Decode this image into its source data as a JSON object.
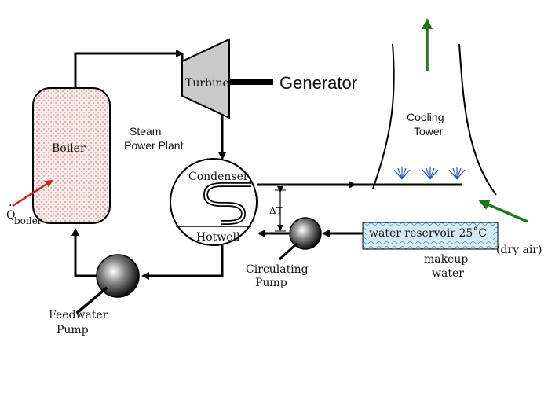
{
  "labels": {
    "boiler": "Boiler",
    "q_boiler_main": "Q",
    "q_boiler_sub": "boiler",
    "turbine": "Turbine",
    "generator": "Generator",
    "steam_plant_line1": "Steam",
    "steam_plant_line2": "Power Plant",
    "condenser": "Condenser",
    "hotwell": "Hotwell",
    "delta_t": "ΔT",
    "cooling_tower_line1": "Cooling",
    "cooling_tower_line2": "Tower",
    "water_reservoir": "water reservoir  25˚C",
    "makeup_line1": "makeup",
    "makeup_line2": "water",
    "dry_air": "(dry air)",
    "circulating_pump_line1": "Circulating",
    "circulating_pump_line2": "Pump",
    "feedwater_pump_line1": "Feedwater",
    "feedwater_pump_line2": "Pump"
  },
  "colors": {
    "heat_arrow": "#cc2222",
    "air_arrow": "#1a7a1a",
    "spray": "#2a55cc",
    "water_box": "#d6ecf7"
  }
}
